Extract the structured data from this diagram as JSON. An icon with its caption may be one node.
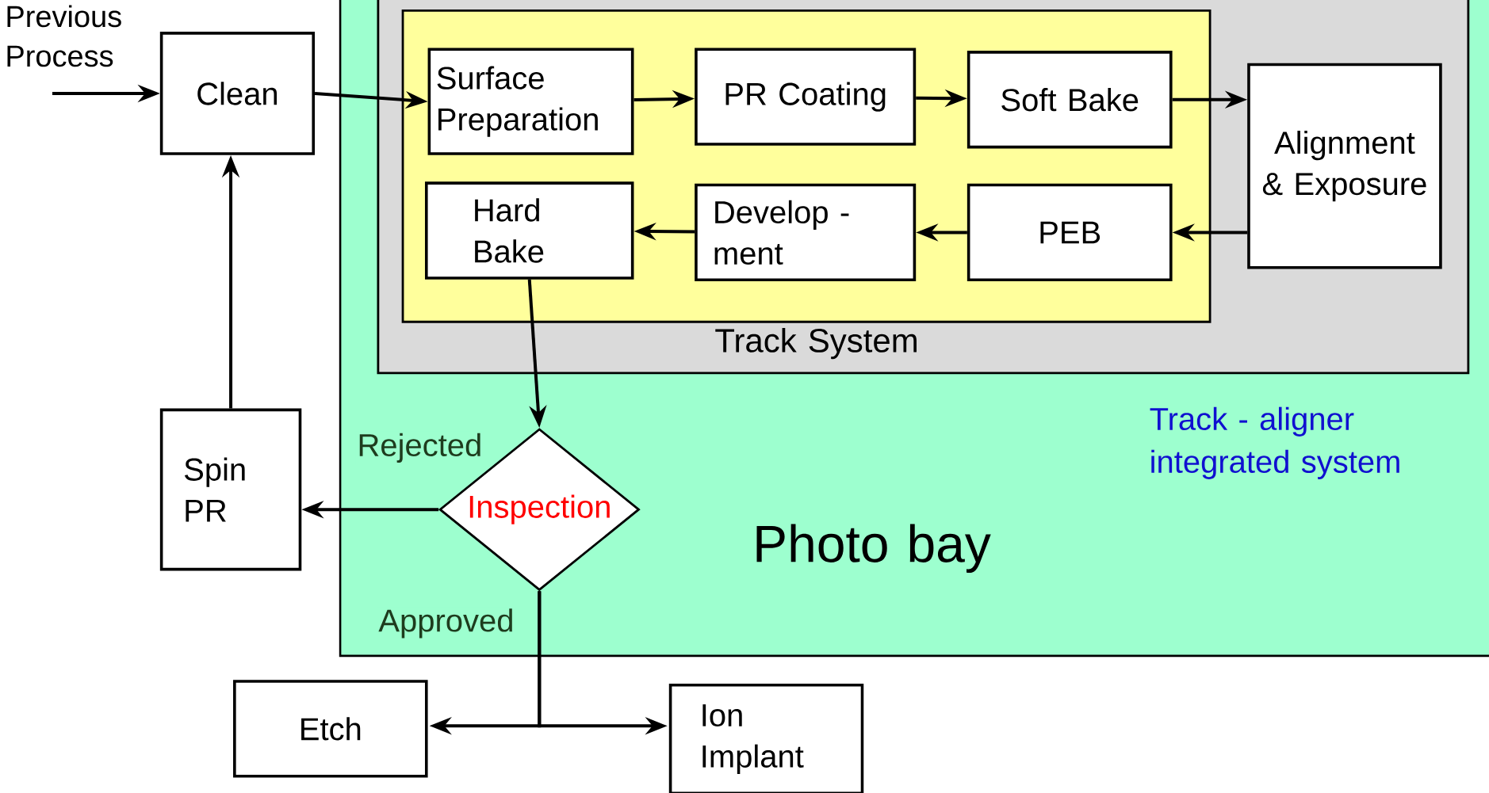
{
  "diagram": {
    "nodes": [
      {
        "text": [
          "Photo bay"
        ]
      },
      {
        "text": [
          "Track - aligner integrated system"
        ],
        "in": 0
      },
      {
        "text": [
          "Track System"
        ],
        "in": 1
      },
      {
        "text": [
          "Previous Process"
        ]
      },
      {
        "text": [
          "Clean"
        ]
      },
      {
        "text": [
          "Surface Preparation"
        ],
        "in": 2
      },
      {
        "text": [
          "PR Coating"
        ],
        "in": 2
      },
      {
        "text": [
          "Soft Bake"
        ],
        "in": 2
      },
      {
        "text": [
          "Alignment & Exposure"
        ],
        "in": 1
      },
      {
        "text": [
          "PEB"
        ],
        "in": 2
      },
      {
        "text": [
          "Develop - ment"
        ],
        "in": 2
      },
      {
        "text": [
          "Hard Bake"
        ],
        "in": 2
      },
      {
        "text": [
          "Inspection"
        ],
        "in": 0
      },
      {
        "text": [
          "Spin PR"
        ]
      },
      {
        "text": [
          "Etch"
        ]
      },
      {
        "text": [
          "Ion Implant"
        ]
      }
    ],
    "edges": [
      {
        "from": 3,
        "to": 4,
        "arrow": "to"
      },
      {
        "from": 4,
        "to": 5,
        "arrow": "to"
      },
      {
        "from": 5,
        "to": 6,
        "arrow": "to"
      },
      {
        "from": 6,
        "to": 7,
        "arrow": "to"
      },
      {
        "from": 7,
        "to": 8,
        "arrow": "to"
      },
      {
        "from": 8,
        "to": 9,
        "arrow": "to"
      },
      {
        "from": 9,
        "to": 10,
        "arrow": "to"
      },
      {
        "from": 10,
        "to": 11,
        "arrow": "to"
      },
      {
        "from": 11,
        "to": 12,
        "arrow": "to"
      },
      {
        "from": 12,
        "to": 13,
        "arrow": "to",
        "label": "Rejected"
      },
      {
        "from": 13,
        "to": 4,
        "arrow": "to"
      },
      {
        "from": 12,
        "to": 14,
        "arrow": "to",
        "label": "Approved"
      },
      {
        "from": 12,
        "to": 15,
        "arrow": "to"
      }
    ]
  }
}
